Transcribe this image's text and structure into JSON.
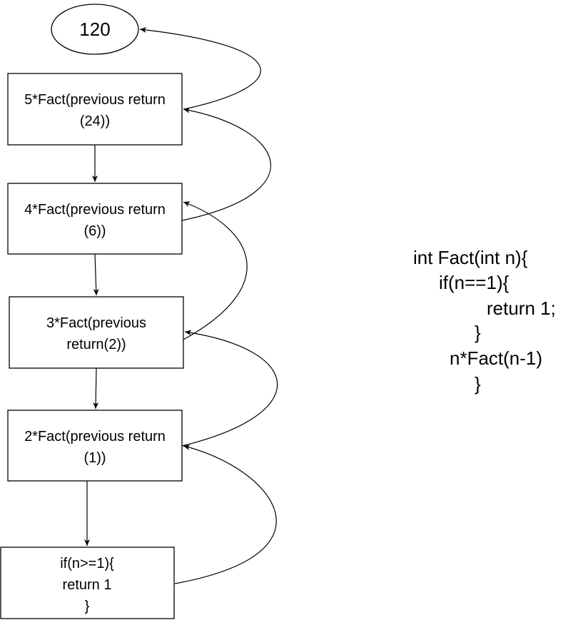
{
  "result": {
    "value": "120"
  },
  "boxes": [
    {
      "lines": [
        "5*Fact(previous return",
        "(24))"
      ]
    },
    {
      "lines": [
        "4*Fact(previous return",
        "(6))"
      ]
    },
    {
      "lines": [
        "3*Fact(previous",
        "return(2))"
      ]
    },
    {
      "lines": [
        "2*Fact(previous return",
        "(1))"
      ]
    },
    {
      "lines": [
        "if(n>=1){",
        "return 1",
        "}"
      ]
    }
  ],
  "code": {
    "lines": [
      "int Fact(int n){",
      "if(n==1){",
      "return 1;",
      "}",
      "n*Fact(n-1)",
      "}"
    ]
  },
  "colors": {
    "stroke": "#000000",
    "background": "#ffffff",
    "text": "#000000"
  }
}
